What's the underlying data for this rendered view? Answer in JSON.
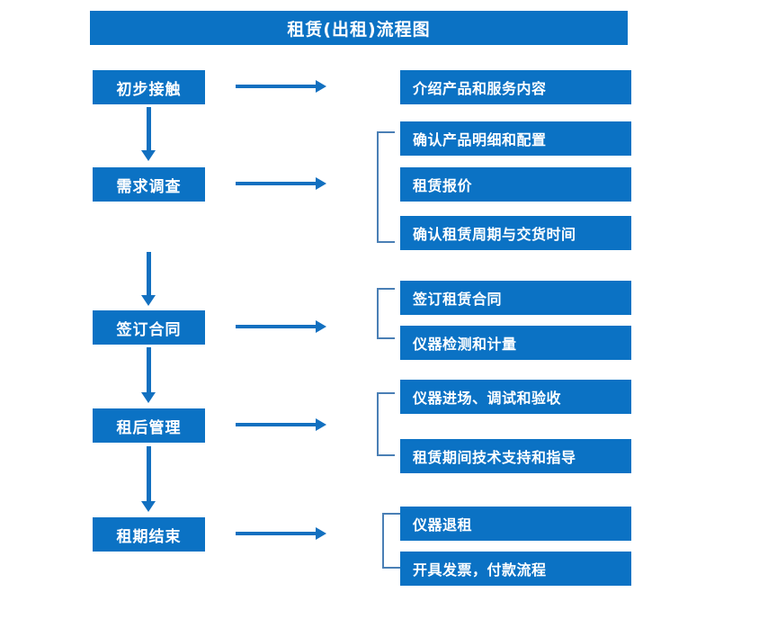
{
  "title": "租赁(出租)流程图",
  "colors": {
    "box_fill": "#0B72C4",
    "box_text": "#FFFFFF",
    "arrow": "#1270C0",
    "bracket": "#4A7FB5",
    "background": "#FFFFFF"
  },
  "stages": [
    {
      "label": "初步接触"
    },
    {
      "label": "需求调查"
    },
    {
      "label": "签订合同"
    },
    {
      "label": "租后管理"
    },
    {
      "label": "租期结束"
    }
  ],
  "details": {
    "group1": [
      {
        "label": "介绍产品和服务内容"
      }
    ],
    "group2": [
      {
        "label": "确认产品明细和配置"
      },
      {
        "label": "租赁报价"
      },
      {
        "label": "确认租赁周期与交货时间"
      }
    ],
    "group3": [
      {
        "label": "签订租赁合同"
      },
      {
        "label": "仪器检测和计量"
      }
    ],
    "group4": [
      {
        "label": "仪器进场、调试和验收"
      },
      {
        "label": "租赁期间技术支持和指导"
      }
    ],
    "group5": [
      {
        "label": "仪器退租"
      },
      {
        "label": "开具发票，付款流程"
      }
    ]
  }
}
